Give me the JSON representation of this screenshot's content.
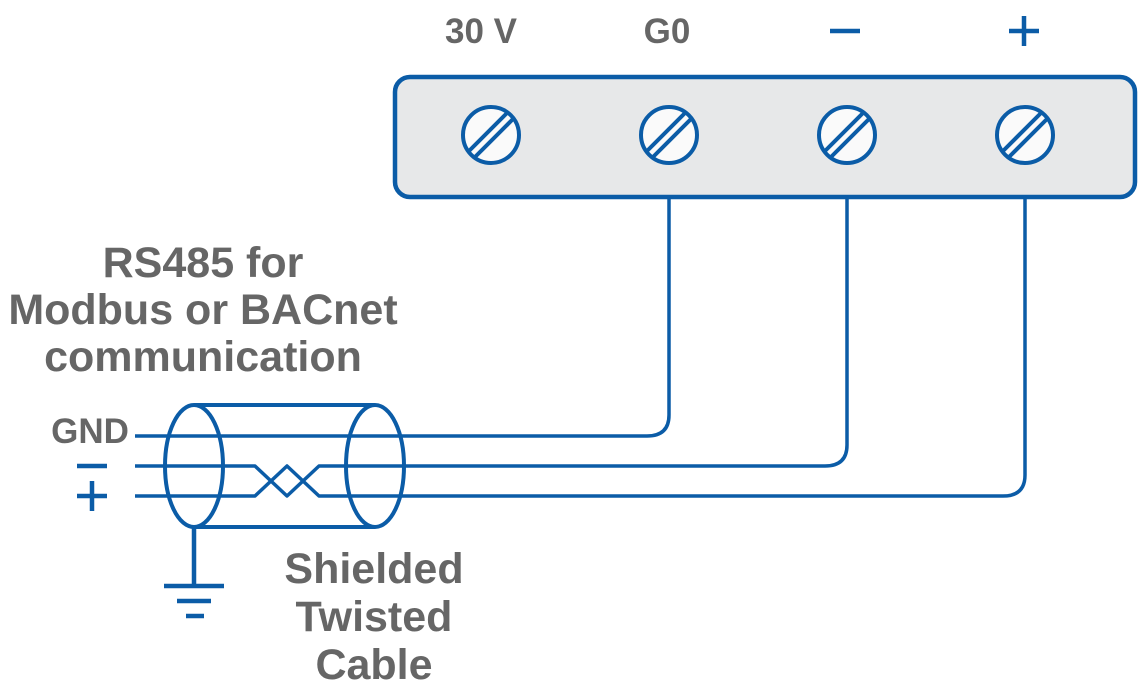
{
  "colors": {
    "wire_blue": "#0b5ca7",
    "label_gray": "#666666",
    "block_fill": "#e7e8e9",
    "screw_fill": "#fafafa"
  },
  "terminal_block": {
    "terminals": [
      {
        "id": "30v",
        "label": "30 V"
      },
      {
        "id": "g0",
        "label": "G0"
      },
      {
        "id": "minus",
        "label": "−"
      },
      {
        "id": "plus",
        "label": "+"
      }
    ]
  },
  "cable": {
    "wires": [
      {
        "id": "gnd",
        "label": "GND",
        "connects_to": "G0"
      },
      {
        "id": "minus",
        "label": "−",
        "connects_to": "−"
      },
      {
        "id": "plus",
        "label": "+",
        "connects_to": "+"
      }
    ]
  },
  "annotations": {
    "rs485": "RS485 for\nModbus or BACnet\ncommunication",
    "cable": "Shielded\nTwisted\nCable"
  }
}
